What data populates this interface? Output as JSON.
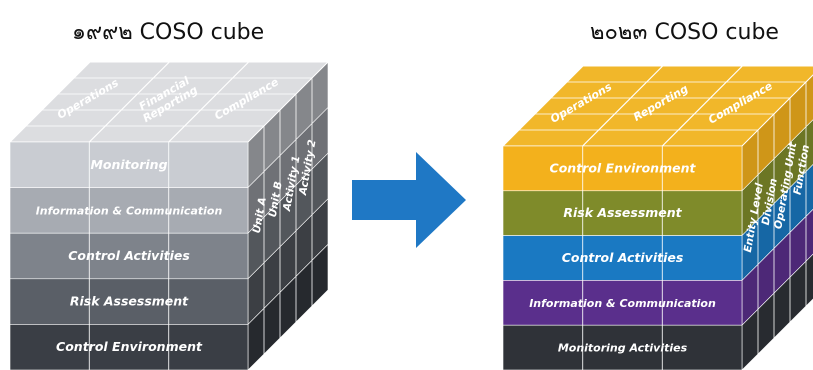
{
  "left_cube": {
    "title": "๑๙๙๒ COSO cube",
    "top_labels": [
      "Operations",
      "Financial Reporting",
      "Compliance"
    ],
    "front_rows": [
      {
        "label": "Monitoring",
        "color": "#c9ccd2",
        "text_color": "#2a2d33"
      },
      {
        "label": "Information & Communication",
        "color": "#a7abb2",
        "text_color": "#ffffff"
      },
      {
        "label": "Control Activities",
        "color": "#7e838b",
        "text_color": "#ffffff"
      },
      {
        "label": "Risk Assessment",
        "color": "#5a5f67",
        "text_color": "#ffffff"
      },
      {
        "label": "Control Environment",
        "color": "#3a3e45",
        "text_color": "#ffffff"
      }
    ],
    "side_labels": [
      "Unit A",
      "Unit B",
      "Activity 1",
      "Activity 2"
    ],
    "top_color": "#dcdde0",
    "side_color": "#8c9098"
  },
  "right_cube": {
    "title": "๒๐๒๓ COSO cube",
    "top_labels": [
      "Operations",
      "Reporting",
      "Compliance"
    ],
    "front_rows": [
      {
        "label": "Control Environment",
        "color": "#f3b11c",
        "text_color": "#2a2a2a"
      },
      {
        "label": "Risk Assessment",
        "color": "#7f8b2a",
        "text_color": "#ffffff"
      },
      {
        "label": "Control Activities",
        "color": "#1a79c2",
        "text_color": "#ffffff"
      },
      {
        "label": "Information & Communication",
        "color": "#5a2f8c",
        "text_color": "#ffffff"
      },
      {
        "label": "Monitoring Activities",
        "color": "#2f3238",
        "text_color": "#ffffff"
      }
    ],
    "side_labels": [
      "Entity Level",
      "Division",
      "Operating Unit",
      "Function"
    ],
    "top_color": "#f1b72a",
    "side_colors": [
      "#f3b11c",
      "#7f8b2a",
      "#1a79c2",
      "#5a2f8c",
      "#2f3238"
    ]
  },
  "arrow_color": "#1f78c5"
}
